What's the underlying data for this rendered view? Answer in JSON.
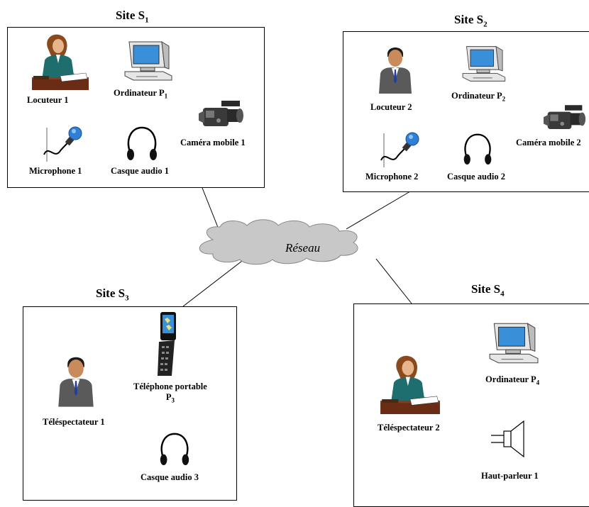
{
  "network": {
    "label": "Réseau"
  },
  "sites": {
    "s1": {
      "title": "Site S",
      "sub": "1",
      "speaker": "Locuteur 1",
      "computer": "Ordinateur P",
      "computer_sub": "1",
      "camera": "Caméra mobile 1",
      "microphone": "Microphone  1",
      "headset": "Casque audio 1"
    },
    "s2": {
      "title": "Site S",
      "sub": "2",
      "speaker": "Locuteur 2",
      "computer": "Ordinateur P",
      "computer_sub": "2",
      "camera": "Caméra mobile 2",
      "microphone": "Microphone  2",
      "headset": "Casque audio  2"
    },
    "s3": {
      "title": "Site S",
      "sub": "3",
      "viewer": "Téléspectateur 1",
      "phone": "Téléphone portable",
      "phone_id": "P",
      "phone_sub": "3",
      "headset": "Casque audio  3"
    },
    "s4": {
      "title": "Site S",
      "sub": "4",
      "viewer": "Téléspectateur 2",
      "computer": "Ordinateur P",
      "computer_sub": "4",
      "speaker_device": "Haut-parleur 1"
    }
  },
  "colors": {
    "cloud": "#c8c8c8",
    "screen": "#3a8fd9",
    "suit": "#5a5a5a",
    "jacket_green": "#1e6e6e",
    "mic_blue": "#2f7fd6"
  }
}
